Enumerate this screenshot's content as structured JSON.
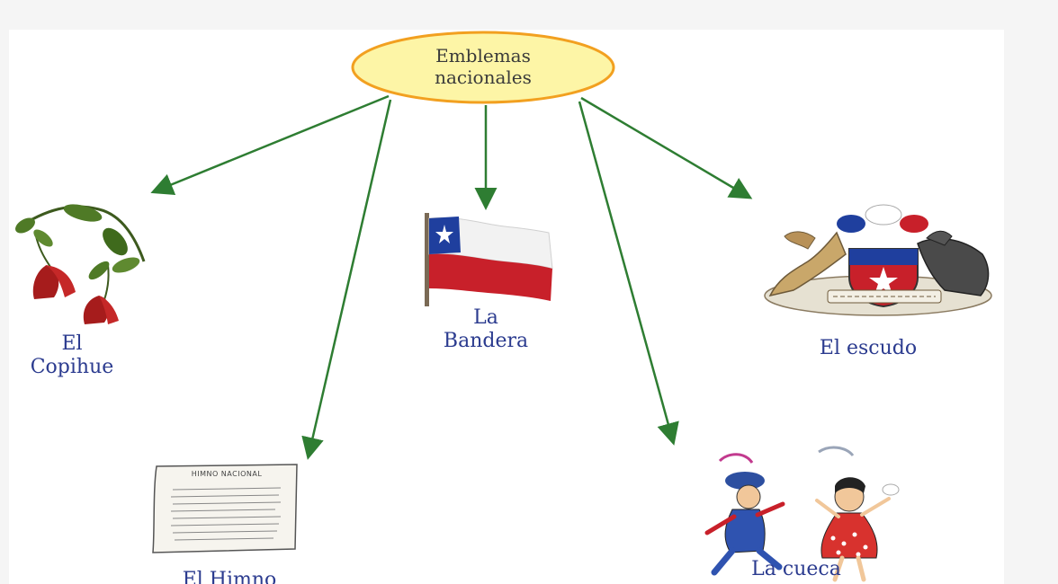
{
  "center": {
    "label": "Emblemas\nnacionales",
    "fill": "#fdf5a6",
    "stroke": "#f2a020"
  },
  "arrow_color": "#2e7d32",
  "nodes": {
    "copihue": {
      "label": "El\nCopihue",
      "icon": "copihue-flower-icon"
    },
    "himno": {
      "label": "El Himno",
      "icon": "anthem-sheet-icon"
    },
    "bandera": {
      "label": "La\nBandera",
      "icon": "chile-flag-icon"
    },
    "escudo": {
      "label": "El escudo",
      "icon": "coat-of-arms-icon"
    },
    "cueca": {
      "label": "La cueca",
      "icon": "cueca-dancers-icon"
    }
  },
  "himno_sheet_title": "HIMNO NACIONAL"
}
